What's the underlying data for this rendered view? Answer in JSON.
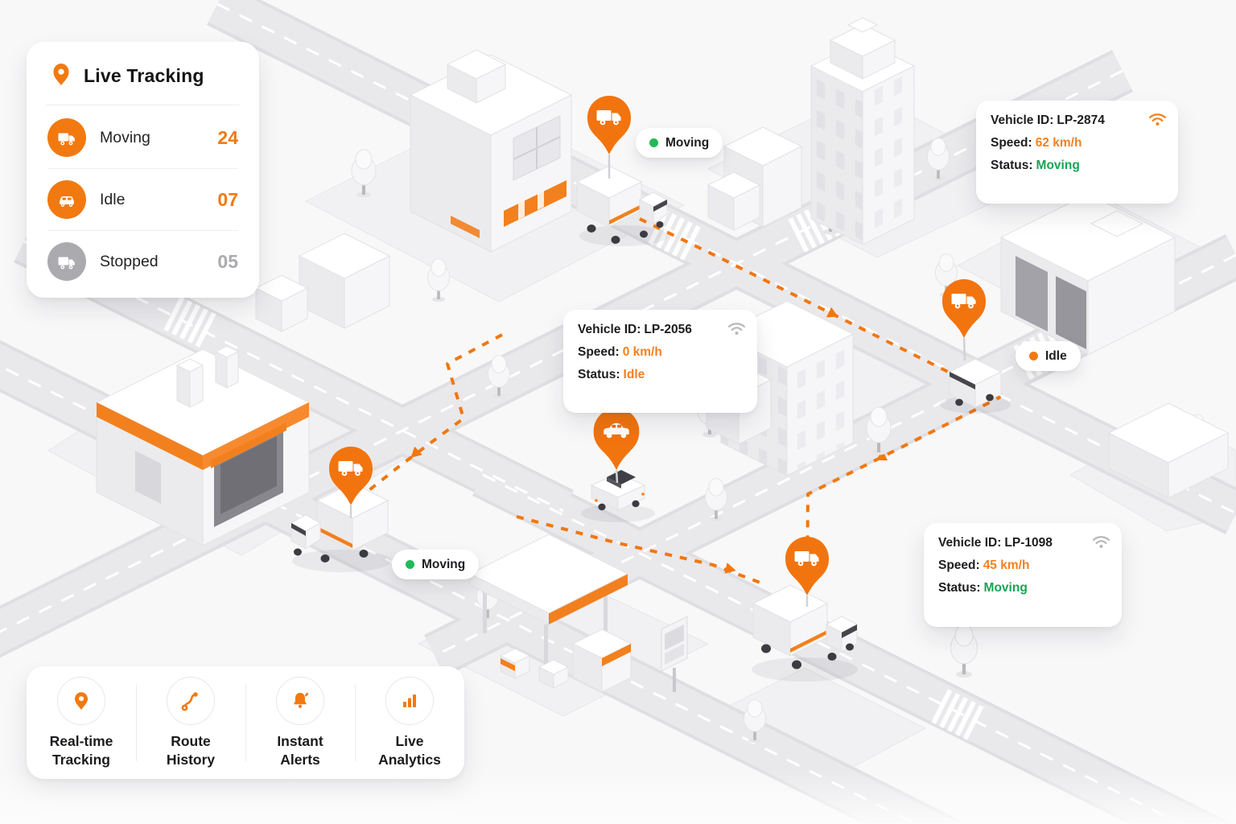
{
  "colors": {
    "accent_orange": "#F2790F",
    "orange_text": "#F5801F",
    "green_text": "#17A554",
    "green_dot": "#21B959",
    "gray": "#ABABAF",
    "dark": "#1D1D20"
  },
  "tracking_card": {
    "title": "Live Tracking",
    "title_icon": "map-pin-icon",
    "rows": [
      {
        "icon": "truck-icon",
        "label": "Moving",
        "count": "24",
        "tone": "orange"
      },
      {
        "icon": "car-icon",
        "label": "Idle",
        "count": "07",
        "tone": "orange"
      },
      {
        "icon": "truck-icon",
        "label": "Stopped",
        "count": "05",
        "tone": "gray"
      }
    ]
  },
  "vehicle_cards": [
    {
      "id_label": "Vehicle ID:",
      "id_value": "LP-2874",
      "speed_label": "Speed:",
      "speed_value": "62 km/h",
      "speed_tone": "orange",
      "status_label": "Status:",
      "status_value": "Moving",
      "status_tone": "green",
      "signal_icon": "wifi-icon",
      "signal_tone": "orange"
    },
    {
      "id_label": "Vehicle ID:",
      "id_value": "LP-2056",
      "speed_label": "Speed:",
      "speed_value": "0 km/h",
      "speed_tone": "orange",
      "status_label": "Status:",
      "status_value": "Idle",
      "status_tone": "orange",
      "signal_icon": "wifi-icon",
      "signal_tone": "gray"
    },
    {
      "id_label": "Vehicle ID:",
      "id_value": "LP-1098",
      "speed_label": "Speed:",
      "speed_value": "45 km/h",
      "speed_tone": "orange",
      "status_label": "Status:",
      "status_value": "Moving",
      "status_tone": "green",
      "signal_icon": "wifi-icon",
      "signal_tone": "gray"
    }
  ],
  "status_pills": [
    {
      "label": "Moving",
      "dot_tone": "green"
    },
    {
      "label": "Idle",
      "dot_tone": "orange"
    },
    {
      "label": "Moving",
      "dot_tone": "green"
    }
  ],
  "feature_bar": {
    "items": [
      {
        "icon": "map-pin-icon",
        "line1": "Real-time",
        "line2": "Tracking"
      },
      {
        "icon": "route-icon",
        "line1": "Route",
        "line2": "History"
      },
      {
        "icon": "bell-icon",
        "line1": "Instant",
        "line2": "Alerts"
      },
      {
        "icon": "bar-chart-icon",
        "line1": "Live",
        "line2": "Analytics"
      }
    ]
  }
}
